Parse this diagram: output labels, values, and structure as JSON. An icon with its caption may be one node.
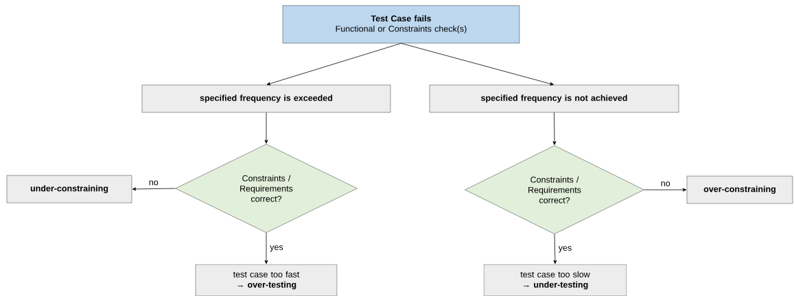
{
  "diagram": {
    "nodes": [
      {
        "text": [
          "Test Case fails",
          "Functional or Constraints check(s)"
        ]
      },
      {
        "text": [
          "specified frequency is exceeded"
        ]
      },
      {
        "text": [
          "specified frequency is not achieved"
        ]
      },
      {
        "text": [
          "Constraints / Requirements correct?"
        ]
      },
      {
        "text": [
          "under-constraining"
        ]
      },
      {
        "text": [
          "test case too fast",
          "→ over-testing"
        ]
      },
      {
        "text": [
          "Constraints / Requirements correct?"
        ]
      },
      {
        "text": [
          "over-constraining"
        ]
      },
      {
        "text": [
          "test case too slow",
          "→ under-testing"
        ]
      }
    ],
    "edges": [
      {
        "from": 0,
        "to": 1,
        "arrow": "to"
      },
      {
        "from": 0,
        "to": 2,
        "arrow": "to"
      },
      {
        "from": 1,
        "to": 3,
        "arrow": "to"
      },
      {
        "from": 3,
        "to": 4,
        "arrow": "to",
        "label": "no"
      },
      {
        "from": 3,
        "to": 5,
        "arrow": "to",
        "label": "yes"
      },
      {
        "from": 2,
        "to": 6,
        "arrow": "to"
      },
      {
        "from": 6,
        "to": 7,
        "arrow": "to",
        "label": "no"
      },
      {
        "from": 6,
        "to": 8,
        "arrow": "to",
        "label": "yes"
      }
    ]
  }
}
